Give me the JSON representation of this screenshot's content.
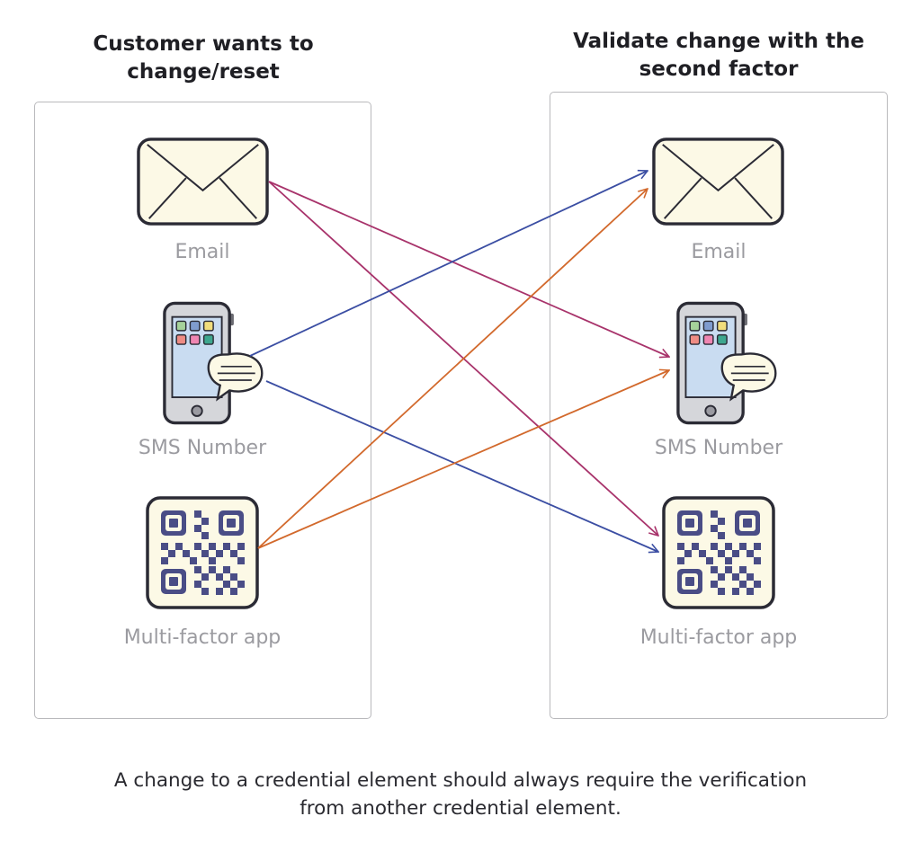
{
  "left_panel": {
    "title_line1": "Customer wants to",
    "title_line2": "change/reset",
    "items": [
      {
        "label": "Email",
        "icon": "envelope-icon"
      },
      {
        "label": "SMS Number",
        "icon": "phone-sms-icon"
      },
      {
        "label": "Multi-factor app",
        "icon": "qr-code-icon"
      }
    ]
  },
  "right_panel": {
    "title_line1": "Validate change with the",
    "title_line2": "second factor",
    "items": [
      {
        "label": "Email",
        "icon": "envelope-icon"
      },
      {
        "label": "SMS Number",
        "icon": "phone-sms-icon"
      },
      {
        "label": "Multi-factor app",
        "icon": "qr-code-icon"
      }
    ]
  },
  "caption": {
    "line1": "A change to a credential element should always require the verification",
    "line2": "from another credential element."
  },
  "colors": {
    "email_arrows": "#a8336b",
    "sms_arrows": "#3b4ea3",
    "app_arrows": "#d2692c",
    "icon_fill": "#fcf9e6",
    "icon_stroke": "#2b2b35",
    "qr_fill": "#4a4d86",
    "phone_screen": "#c9dcf1"
  }
}
